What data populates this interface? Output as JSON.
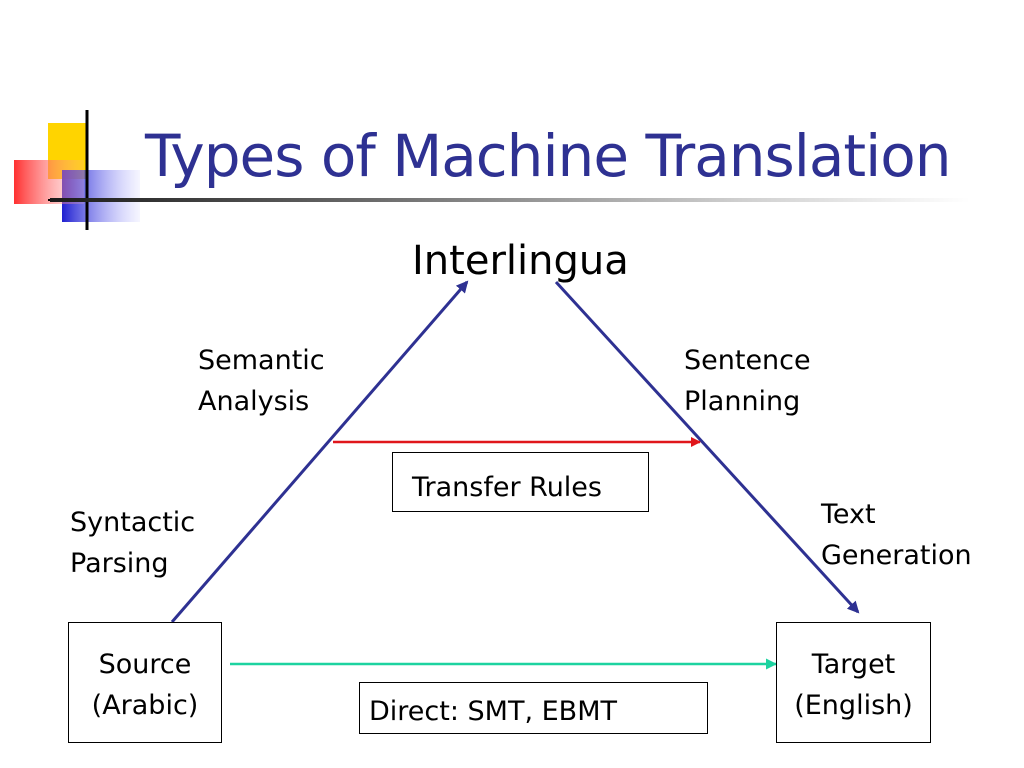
{
  "slide": {
    "title": "Types of Machine Translation"
  },
  "diagram": {
    "apex": "Interlingua",
    "left_edge_labels": [
      {
        "line1": "Semantic",
        "line2": "Analysis"
      },
      {
        "line1": "Syntactic",
        "line2": "Parsing"
      }
    ],
    "right_edge_labels": [
      {
        "line1": "Sentence",
        "line2": "Planning"
      },
      {
        "line1": "Text",
        "line2": "Generation"
      }
    ],
    "transfer_box": "Transfer Rules",
    "direct_box": "Direct: SMT, EBMT",
    "source_box": {
      "line1": "Source",
      "line2": "(Arabic)"
    },
    "target_box": {
      "line1": "Target",
      "line2": "(English)"
    }
  },
  "colors": {
    "title": "#2e3192",
    "triangle_arrows": "#2e3192",
    "transfer_arrow": "#e0161b",
    "direct_arrow": "#1dd3a0"
  }
}
